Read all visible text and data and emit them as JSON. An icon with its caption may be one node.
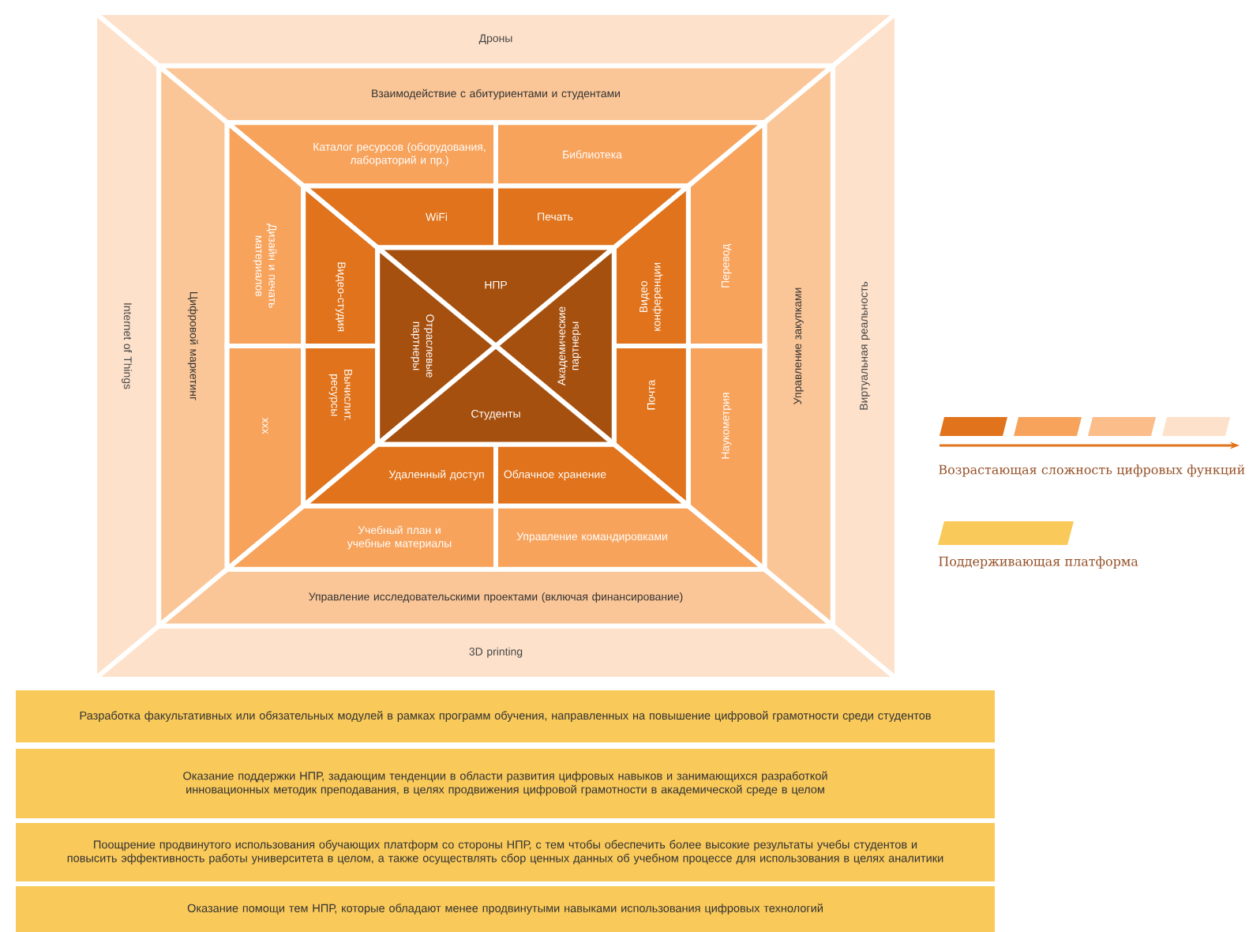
{
  "diagram": {
    "nodes": [
      {
        "text": [
          "Дроны"
        ]
      },
      {
        "text": [
          "Internet of Things"
        ]
      },
      {
        "text": [
          "Виртуальная реальность"
        ]
      },
      {
        "text": [
          "3D printing"
        ]
      },
      {
        "text": [
          "Взаимодействие с абитуриентами и студентами"
        ]
      },
      {
        "text": [
          "Цифровой маркетинг"
        ]
      },
      {
        "text": [
          "Управление закупками"
        ]
      },
      {
        "text": [
          "Управление исследовательскими проектами (включая финансирование)"
        ]
      },
      {
        "text": [
          "Каталог ресурсов (оборудования, лабораторий и пр.)"
        ]
      },
      {
        "text": [
          "Библиотека"
        ]
      },
      {
        "text": [
          "Дизайн и печать материалов"
        ]
      },
      {
        "text": [
          "xxx"
        ]
      },
      {
        "text": [
          "Перевод"
        ]
      },
      {
        "text": [
          "Наукометрия"
        ]
      },
      {
        "text": [
          "Учебный план и учебные материалы"
        ]
      },
      {
        "text": [
          "Управление командировками"
        ]
      },
      {
        "text": [
          "WiFi"
        ]
      },
      {
        "text": [
          "Печать"
        ]
      },
      {
        "text": [
          "Видео-студия"
        ]
      },
      {
        "text": [
          "Вычислит. ресурсы"
        ]
      },
      {
        "text": [
          "Видео конференции"
        ]
      },
      {
        "text": [
          "Почта"
        ]
      },
      {
        "text": [
          "Удаленный доступ"
        ]
      },
      {
        "text": [
          "Облачное хранение"
        ]
      },
      {
        "text": [
          "НПР"
        ]
      },
      {
        "text": [
          "Отраслевые партнеры"
        ]
      },
      {
        "text": [
          "Академические партнеры"
        ]
      },
      {
        "text": [
          "Студенты"
        ]
      },
      {
        "text": [
          "Разработка факультативных или обязательных модулей в рамках программ обучения, направленных на повышение цифровой грамотности среди студентов"
        ]
      },
      {
        "text": [
          "Оказание поддержки НПР, задающим тенденции в области развития цифровых навыков и занимающихся разработкой инновационных методик преподавания, в целях продвижения цифровой грамотности в академической среде в целом"
        ]
      },
      {
        "text": [
          "Поощрение продвинутого использования обучающих платформ со стороны НПР, с тем чтобы обеспечить более высокие результаты учебы студентов и повысить эффективность работы университета в целом, а также осуществлять сбор ценных данных об учебном процессе для использования в целях аналитики"
        ]
      },
      {
        "text": [
          "Оказание помощи тем НПР, которые обладают менее продвинутыми навыками использования цифровых технологий"
        ]
      }
    ],
    "legend": [
      {
        "text": "Возрастающая сложность цифровых функций"
      },
      {
        "text": "Поддерживающая платформа",
        "color": "#f9c95a"
      }
    ]
  }
}
